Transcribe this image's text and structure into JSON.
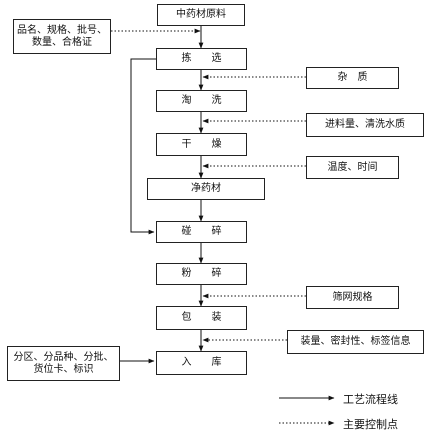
{
  "process": {
    "raw": "中药材原料",
    "select": "拣　　选",
    "wash": "淘　　洗",
    "dry": "干　　燥",
    "clean": "净药材",
    "crush": "碰　　碎",
    "grind": "粉　　碎",
    "pack": "包　　装",
    "store": "入　　库"
  },
  "controls": {
    "spec_top": "品名、规格、批号、\n数量、合格证",
    "impurity": "杂　质",
    "feed_water": "进料量、清洗水质",
    "temp_time": "温度、时间",
    "sieve": "筛网规格",
    "pack_info": "装量、密封性、标签信息",
    "store_info": "分区、分品种、分批、\n货位卡、标识"
  },
  "legend": {
    "process_line": "工艺流程线",
    "control_point": "主要控制点"
  }
}
